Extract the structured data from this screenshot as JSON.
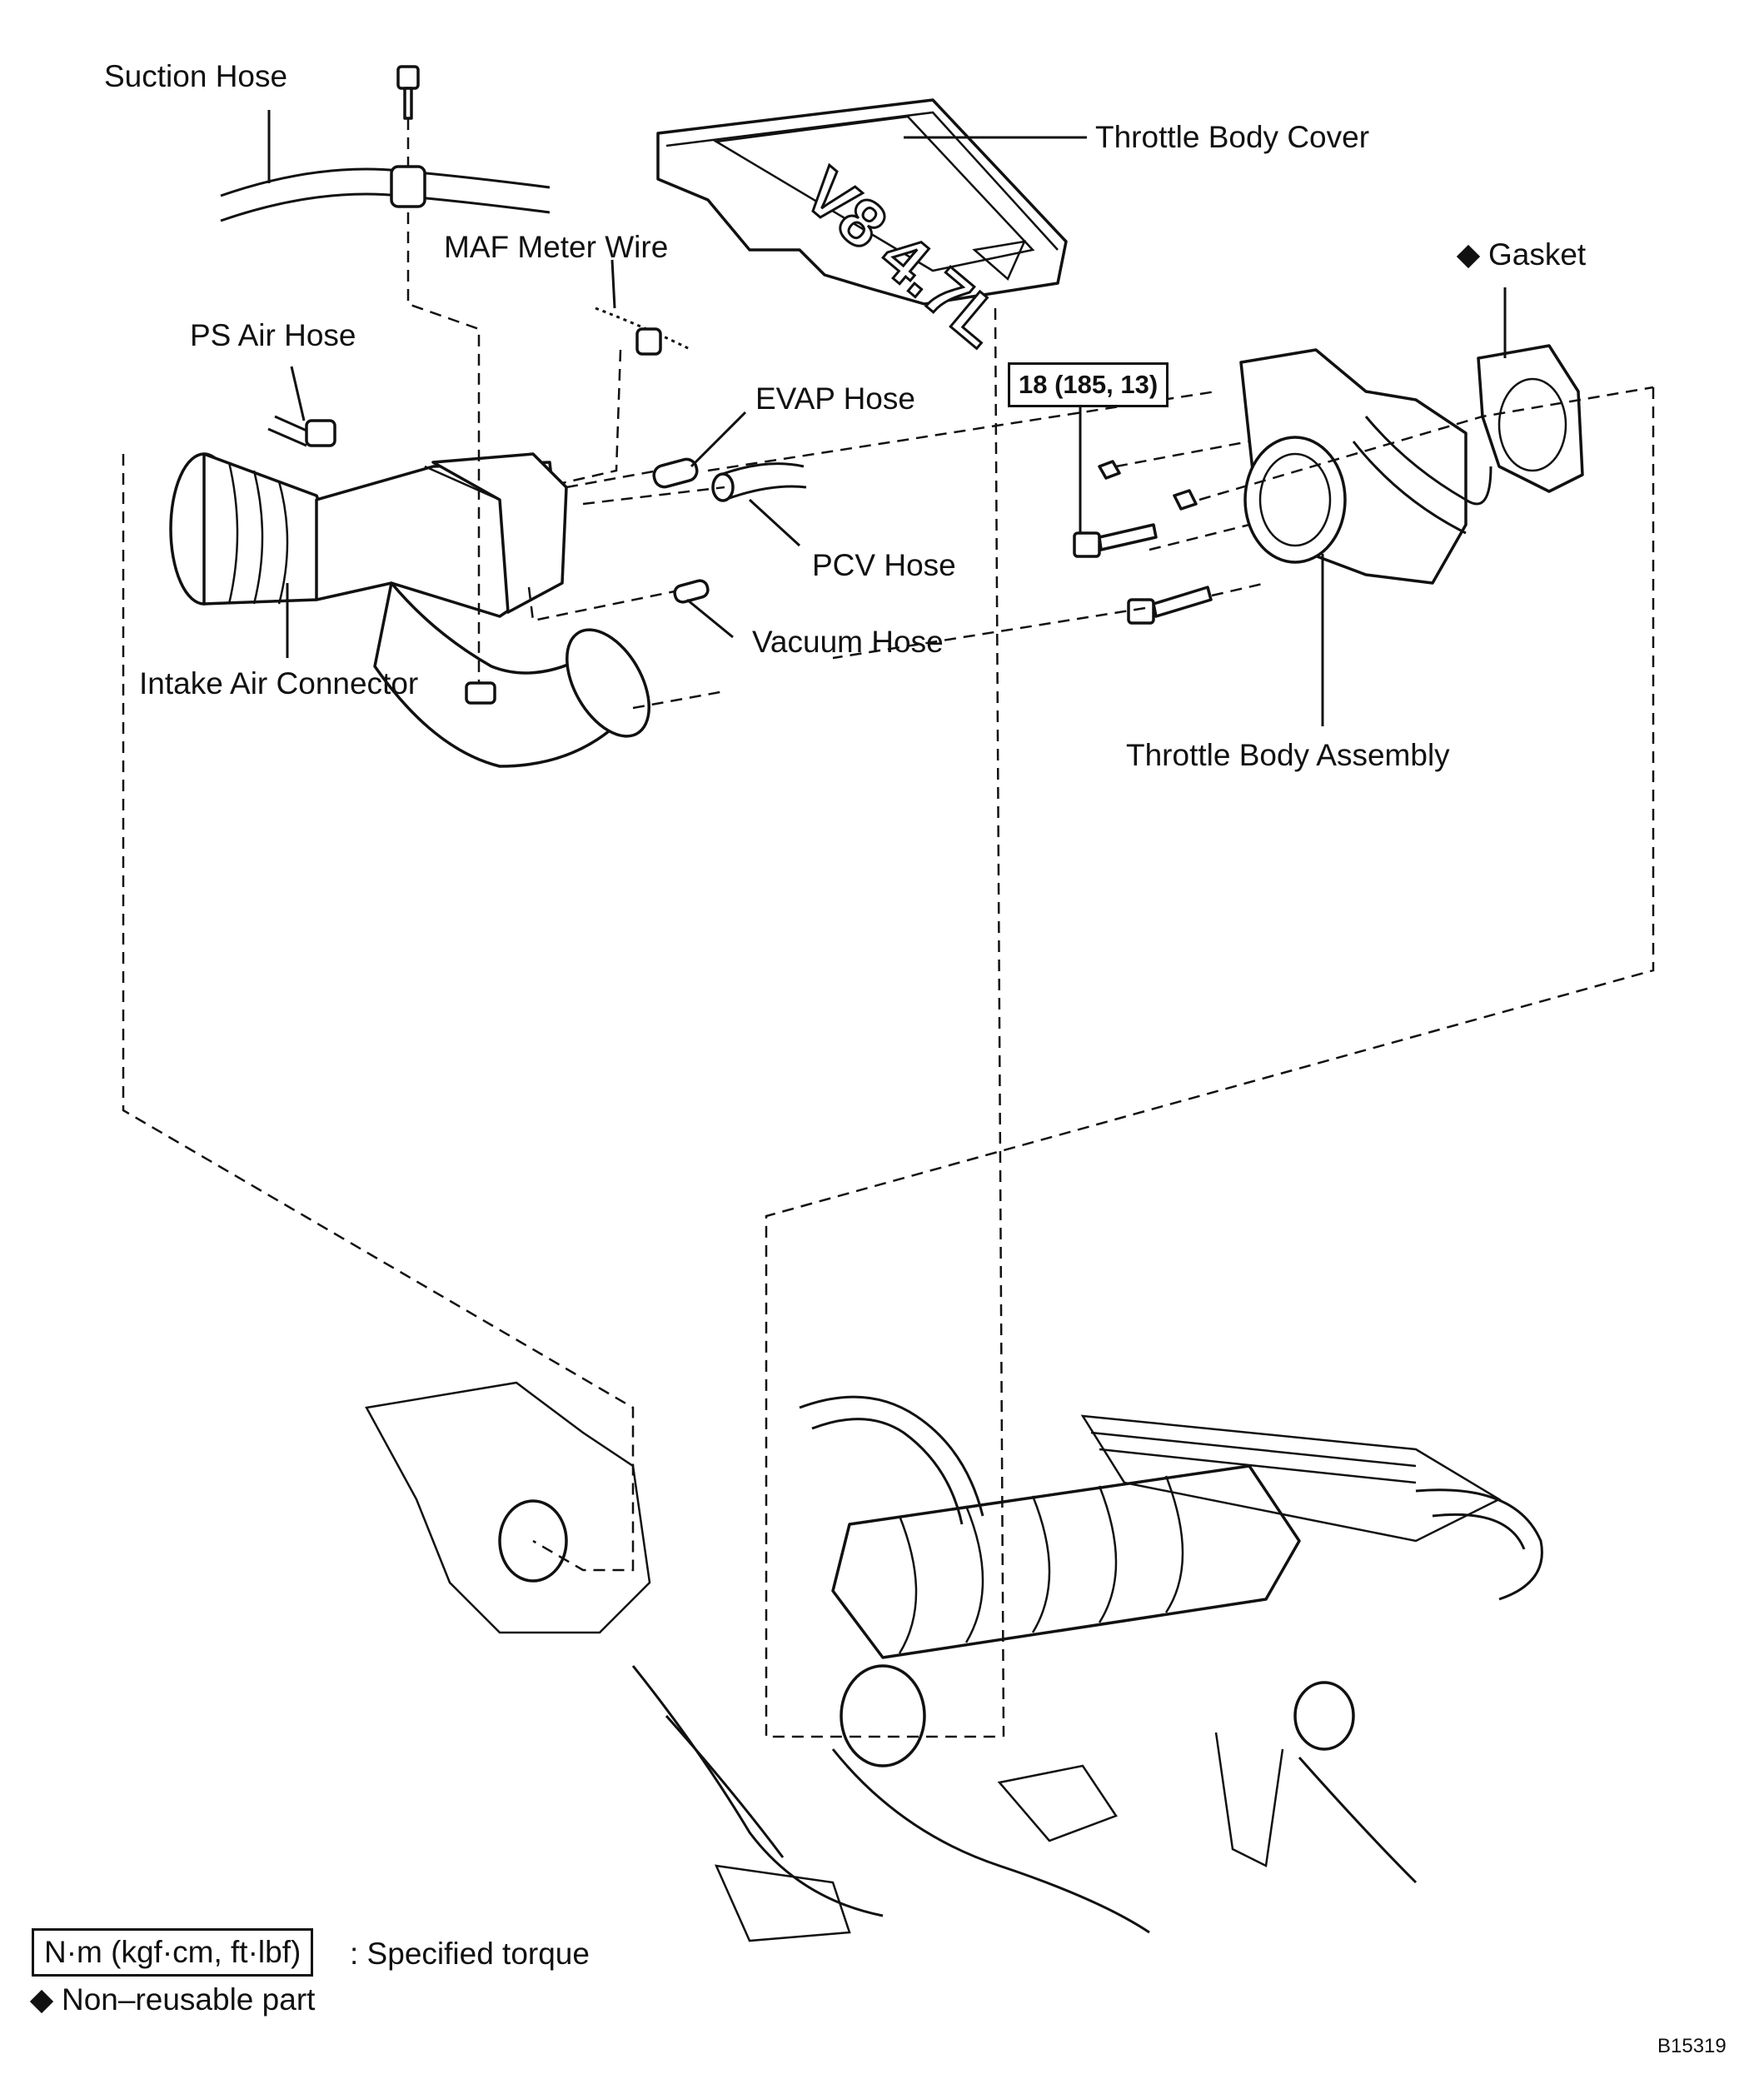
{
  "labels": {
    "suction_hose": "Suction Hose",
    "throttle_body_cover": "Throttle Body Cover",
    "maf_meter_wire": "MAF Meter Wire",
    "gasket": "Gasket",
    "ps_air_hose": "PS Air Hose",
    "evap_hose": "EVAP Hose",
    "pcv_hose": "PCV Hose",
    "vacuum_hose": "Vacuum Hose",
    "intake_air_connector": "Intake Air Connector",
    "throttle_body_assembly": "Throttle Body Assembly"
  },
  "torque_spec": "18 (185, 13)",
  "cover_lettering": "V8 4.7L",
  "legend": {
    "torque_unit": "N·m (kgf·cm, ft·lbf)",
    "torque_desc": ": Specified torque",
    "non_reusable": "Non–reusable part"
  },
  "figure_code": "B15319",
  "icons": {
    "non_reusable_marker": "diamond-icon"
  }
}
